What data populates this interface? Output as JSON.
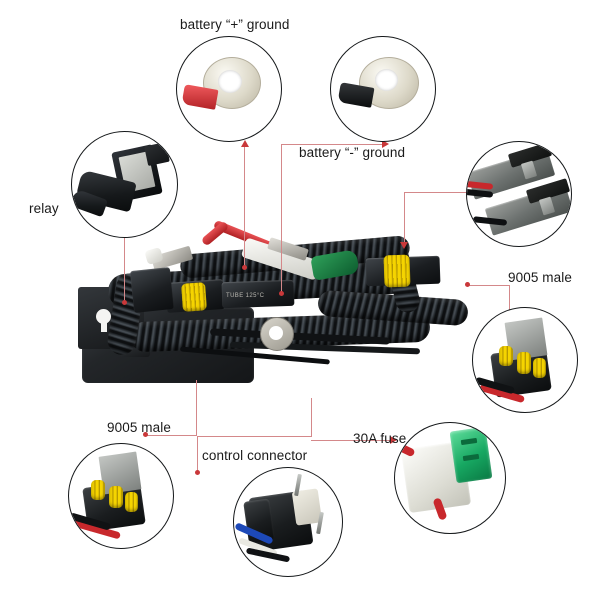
{
  "diagram": {
    "title": "HID relay wiring harness annotated product diagram",
    "background_color": "#ffffff",
    "leader_color": "#d4888a",
    "arrow_color": "#c9383a",
    "circle_border_color": "#15181a"
  },
  "labels": [
    {
      "id": "battery-plus-ground",
      "text": "battery “+” ground"
    },
    {
      "id": "battery-minus-ground",
      "text": "battery “-” ground"
    },
    {
      "id": "relay",
      "text": "relay"
    },
    {
      "id": "nine-thousand-five-male-right",
      "text": "9005 male"
    },
    {
      "id": "nine-thousand-five-male-left",
      "text": "9005 male"
    },
    {
      "id": "control-connector",
      "text": "control connector"
    },
    {
      "id": "thirty-amp-fuse",
      "text": "30A fuse"
    }
  ],
  "callouts": [
    {
      "id": "battery-plus-ground-callout",
      "label": "battery “+” ground",
      "part": "red ring terminal"
    },
    {
      "id": "battery-minus-ground-callout",
      "label": "battery “-” ground",
      "part": "black ring terminal"
    },
    {
      "id": "relay-callout",
      "label": "relay",
      "part": "black automotive relay with boot"
    },
    {
      "id": "dual-gray-connector-callout",
      "label": "9005 male",
      "part": "pair of gray sealed connectors"
    },
    {
      "id": "nine-thousand-five-male-right-callout",
      "label": "9005 male",
      "part": "black connector with yellow seals"
    },
    {
      "id": "nine-thousand-five-male-left-callout",
      "label": "9005 male",
      "part": "black connector with yellow seals"
    },
    {
      "id": "control-connector-callout",
      "label": "control connector",
      "part": "black H4 socket with blue and white wires"
    },
    {
      "id": "thirty-amp-fuse-callout",
      "label": "30A fuse",
      "part": "green blade fuse in white inline holder"
    }
  ],
  "harness": {
    "tube_marking": "TUBE  125°C"
  }
}
